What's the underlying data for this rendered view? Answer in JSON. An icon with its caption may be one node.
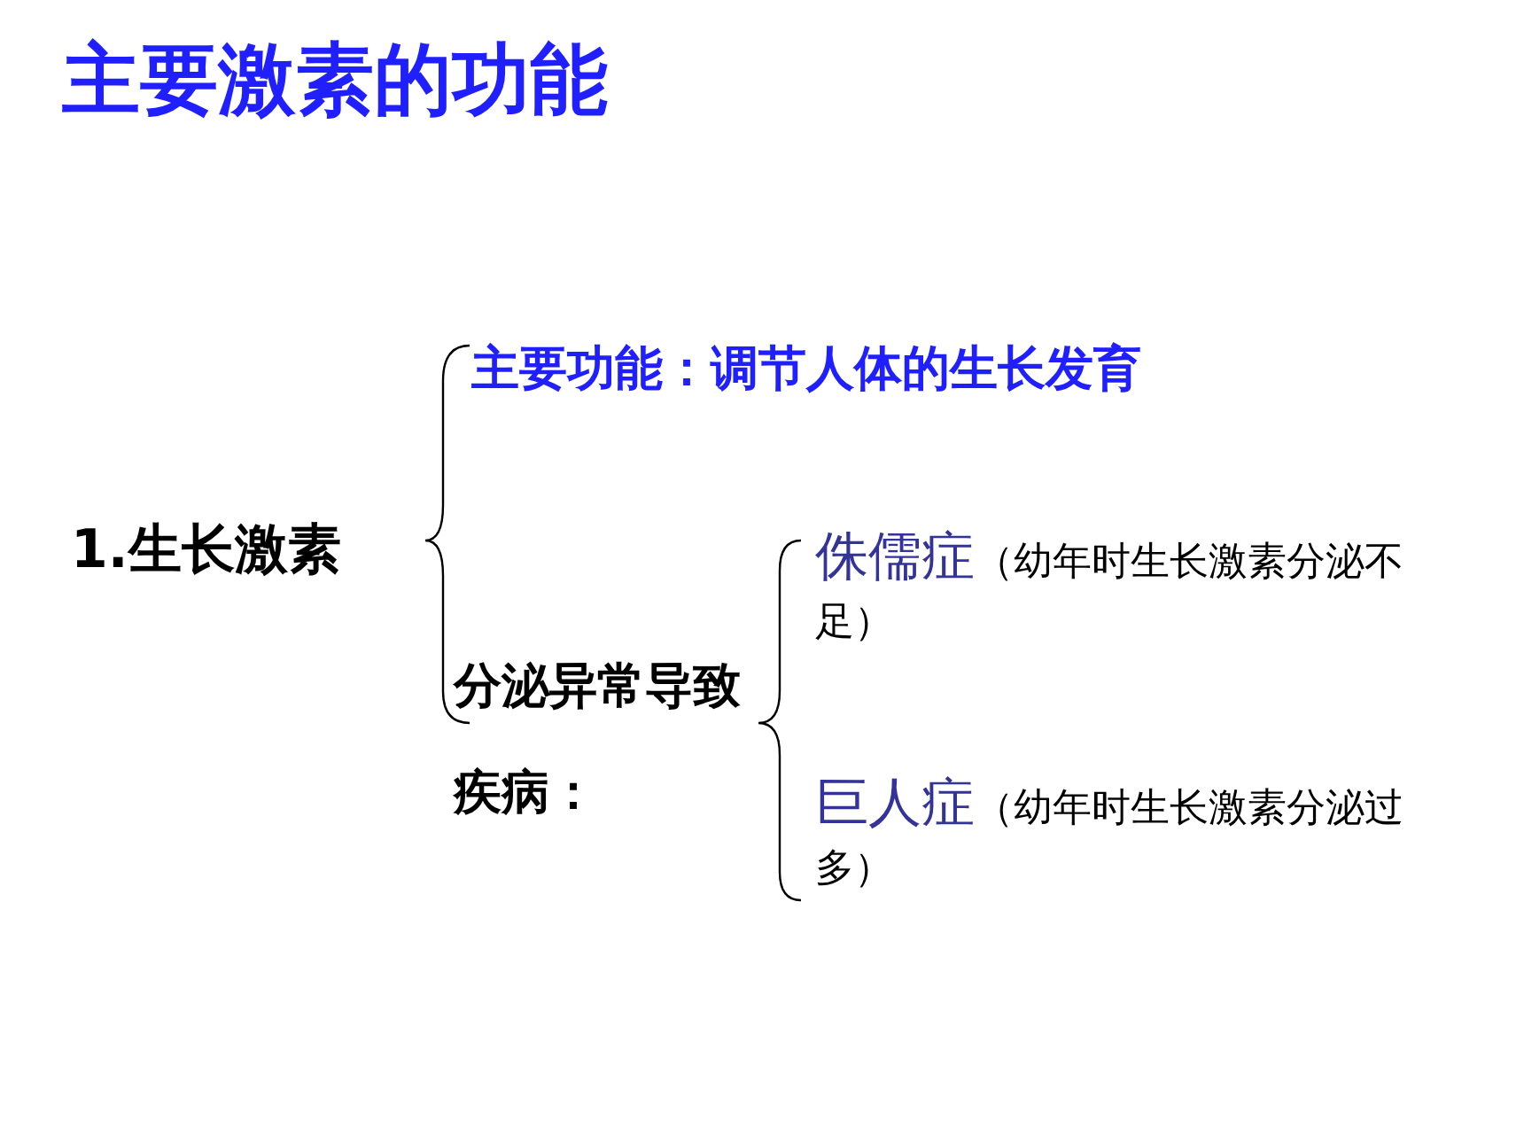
{
  "diagram": {
    "title": "主要激素的功能",
    "labels": [
      "1.生长激素",
      "主要功能：调节人体的生长发育",
      "分泌异常导致疾病：",
      "侏儒症",
      "（幼年时生长激素分泌不足）",
      "巨人症",
      "（幼年时生长激素分泌过多）"
    ]
  }
}
